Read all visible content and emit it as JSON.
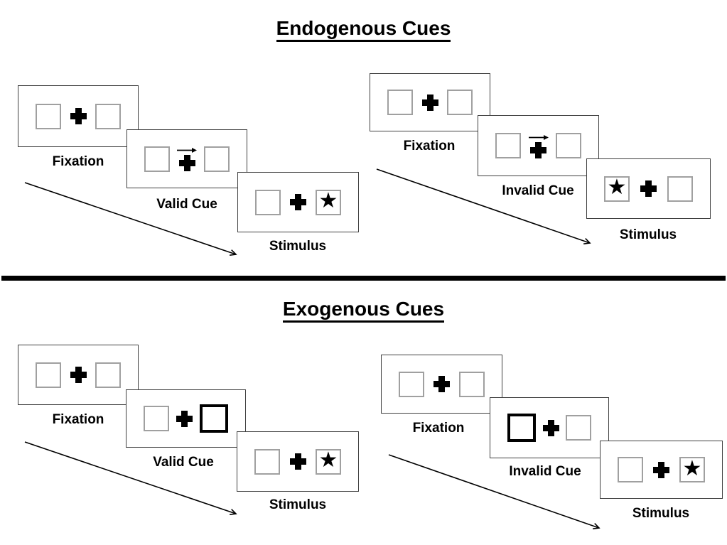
{
  "page": {
    "background": "#ffffff"
  },
  "colors": {
    "ink": "#000000",
    "panel_border": "#3f3f3f",
    "square_border": "#a0a0a0",
    "highlight_box_border": "#000000"
  },
  "icons": {
    "star": "★"
  },
  "titles": {
    "endogenous": "Endogenous Cues",
    "exogenous": "Exogenous Cues"
  },
  "endogenous": {
    "valid": {
      "fixation": "Fixation",
      "cue": "Valid Cue",
      "stimulus": "Stimulus",
      "cue_type": "central-arrow-right",
      "target_side": "right"
    },
    "invalid": {
      "fixation": "Fixation",
      "cue": "Invalid Cue",
      "stimulus": "Stimulus",
      "cue_type": "central-arrow-right",
      "target_side": "left"
    }
  },
  "exogenous": {
    "valid": {
      "fixation": "Fixation",
      "cue": "Valid Cue",
      "stimulus": "Stimulus",
      "cue_type": "peripheral-box-right",
      "target_side": "right"
    },
    "invalid": {
      "fixation": "Fixation",
      "cue": "Invalid Cue",
      "stimulus": "Stimulus",
      "cue_type": "peripheral-box-left",
      "target_side": "right"
    }
  }
}
